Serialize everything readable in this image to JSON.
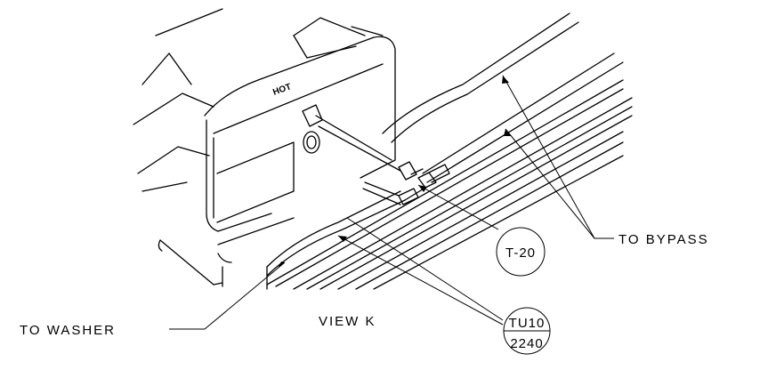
{
  "labels": {
    "to_bypass": "TO BYPASS",
    "to_washer": "TO WASHER",
    "view": "VIEW K",
    "hot": "HOT"
  },
  "bubbles": {
    "t20": "T-20",
    "tu10_top": "TU10",
    "tu10_bottom": "2240"
  }
}
